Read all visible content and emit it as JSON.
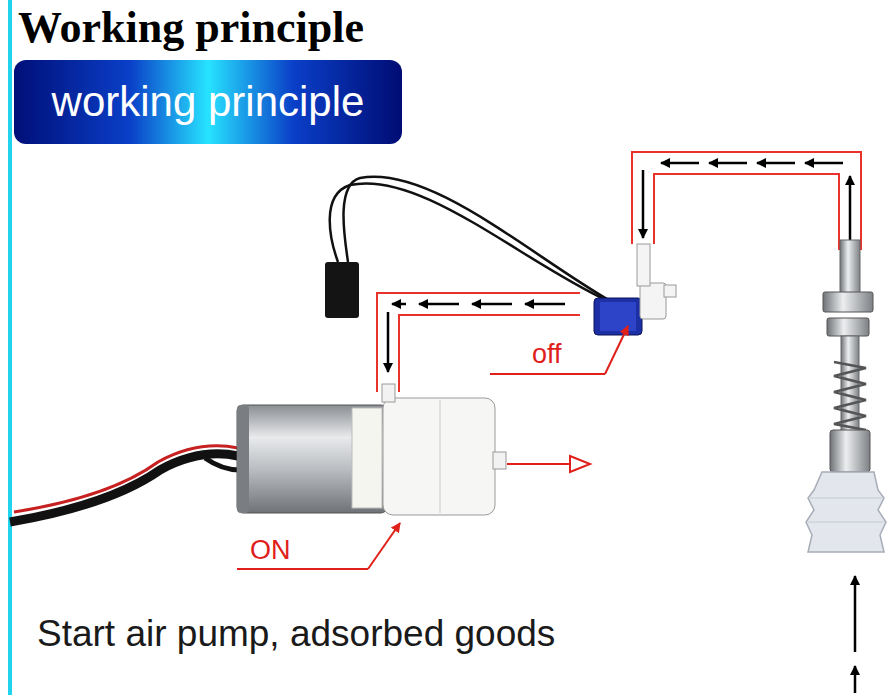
{
  "diagram": {
    "title": "Working principle",
    "caption": "Start air pump, adsorbed goods",
    "nodes": [
      {
        "text": [
          "working principle"
        ]
      }
    ],
    "labels": [
      "off",
      "ON"
    ]
  }
}
